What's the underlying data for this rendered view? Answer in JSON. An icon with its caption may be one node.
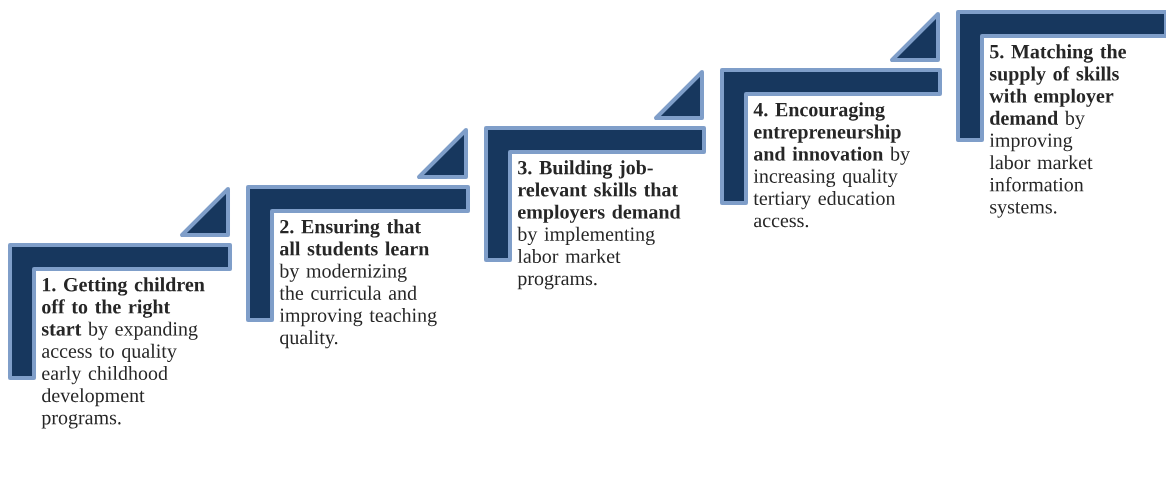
{
  "diagram": {
    "nodes": [
      {
        "text": [
          "**1. Getting children off to the right start** by expanding access to quality early childhood development programs."
        ]
      },
      {
        "text": [
          "**2. Ensuring that all students learn** by modernizing the curricula and improving teaching quality."
        ]
      },
      {
        "text": [
          "**3. Building job-relevant skills that employers demand** by implementing labor market programs."
        ]
      },
      {
        "text": [
          "**4. Encouraging entrepreneurship and innovation** by increasing quality tertiary education access."
        ]
      },
      {
        "text": [
          "**5. Matching the supply of skills with employer demand** by improving labor market information systems."
        ]
      }
    ],
    "edges": [
      {
        "from": 1,
        "to": 0,
        "arrow": "to"
      },
      {
        "from": 2,
        "to": 1,
        "arrow": "to"
      },
      {
        "from": 3,
        "to": 2,
        "arrow": "to"
      },
      {
        "from": 4,
        "to": 3,
        "arrow": "to"
      }
    ]
  }
}
